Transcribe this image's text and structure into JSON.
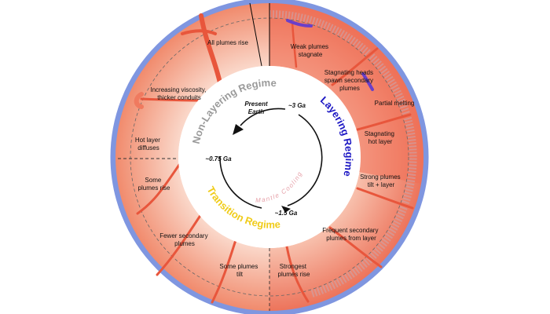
{
  "colors": {
    "outer_ring": "#7f96e0",
    "gradient_light": "#fdf0e7",
    "gradient_dark": "#f08566",
    "plume": "#e8563c",
    "plume_light": "#f07a5f",
    "stagnant_purple": "#6a3fc9",
    "non_layering": "#9a9a9a",
    "layering": "#1d18c4",
    "transition": "#f0cc1a",
    "mantle_cooling": "#e6a0a8"
  },
  "regimes": {
    "non_layering": "Non-Layering Regime",
    "layering": "Layering Regime",
    "transition": "Transition Regime"
  },
  "center": {
    "present_earth": [
      "Present",
      "Earth"
    ],
    "era_3": "~3 Ga",
    "era_0_75": "~0.75 Ga",
    "era_1_5": "~1.5 Ga",
    "mantle_cooling": "Mantle Cooling"
  },
  "labels": {
    "weak_plumes": [
      "Weak plumes",
      "stagnate"
    ],
    "stagnating_heads": [
      "Stagnating heads",
      "spawn secondary",
      "plumes"
    ],
    "partial_melting": [
      "Partial melting"
    ],
    "stagnating_hot_layer": [
      "Stagnating",
      "hot layer"
    ],
    "strong_plumes_tilt": [
      "Strong plumes",
      "tilt + layer"
    ],
    "frequent_secondary": [
      "Frequent secondary",
      "plumes from layer"
    ],
    "strongest_plumes": [
      "Strongest",
      "plumes rise"
    ],
    "some_plumes_tilt": [
      "Some plumes",
      "tilt"
    ],
    "fewer_secondary": [
      "Fewer secondary",
      "plumes"
    ],
    "some_plumes_rise": [
      "Some",
      "plumes rise"
    ],
    "hot_layer_diffuses": [
      "Hot layer",
      "diffuses"
    ],
    "increasing_viscosity": [
      "Increasing viscosity,",
      "thicker conduits"
    ],
    "all_plumes_rise": [
      "All plumes rise"
    ]
  }
}
